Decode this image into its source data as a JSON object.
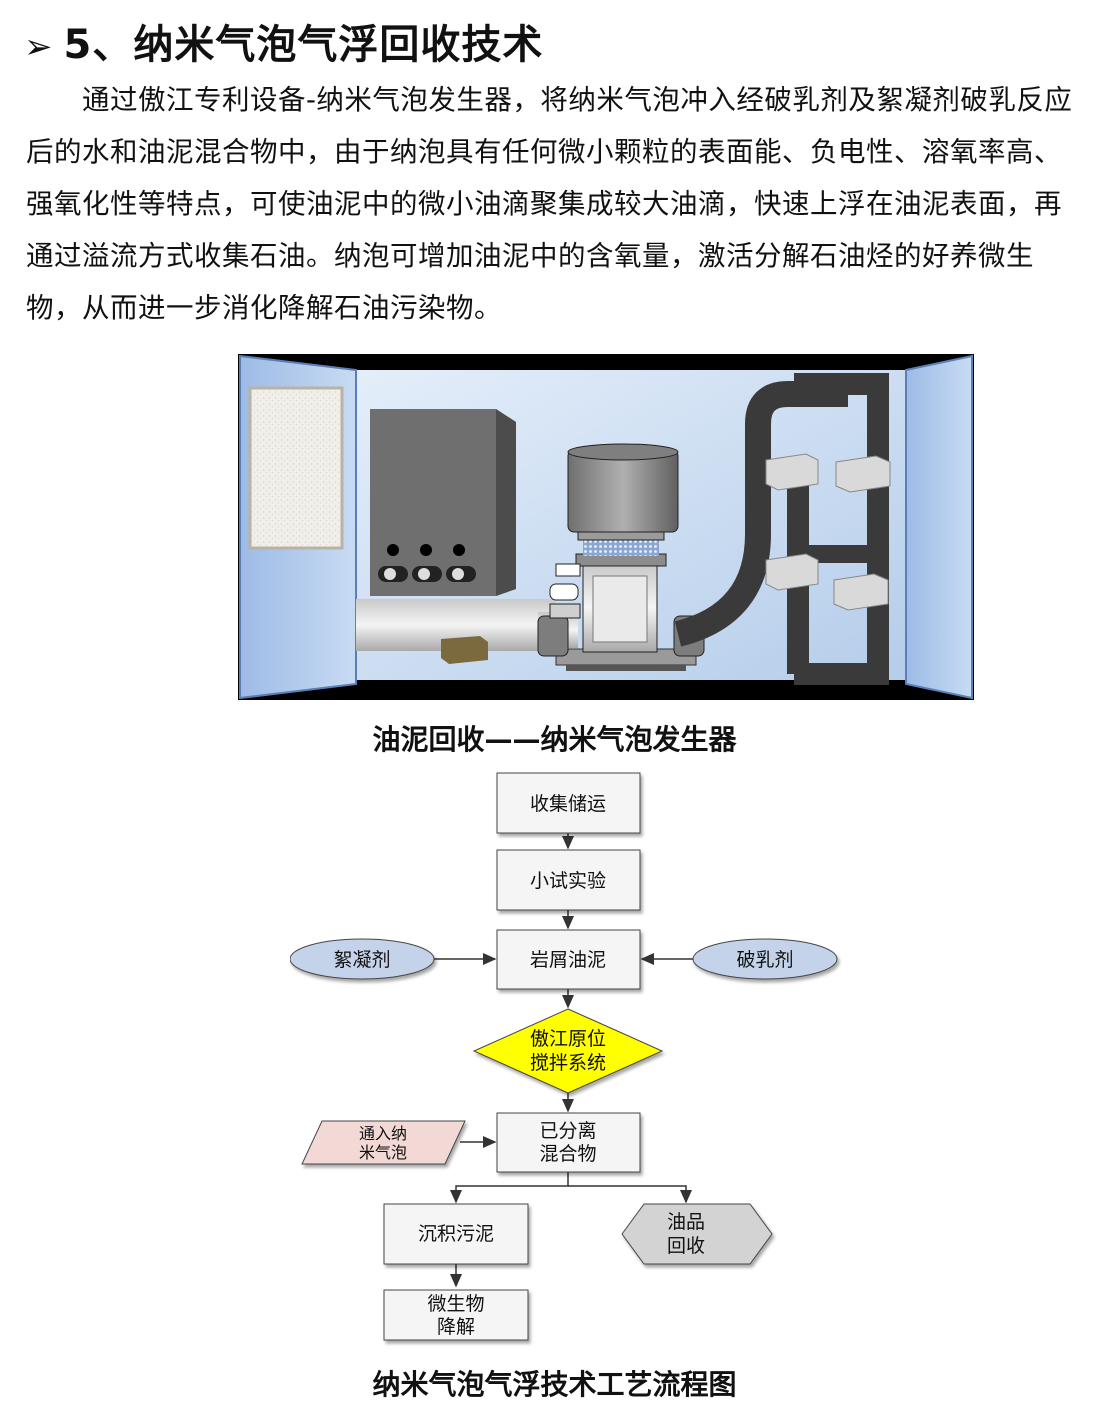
{
  "heading": {
    "arrow": "➢",
    "text": "5、纳米气泡气浮回收技术"
  },
  "paragraph": "通过傲江专利设备-纳米气泡发生器，将纳米气泡冲入经破乳剂及絮凝剂破乳反应后的水和油泥混合物中，由于纳泡具有任何微小颗粒的表面能、负电性、溶氧率高、强氧化性等特点，可使油泥中的微小油滴聚集成较大油滴，快速上浮在油泥表面，再通过溢流方式收集石油。纳泡可增加油泥中的含氧量，激活分解石油烃的好养微生物，从而进一步消化降解石油污染物。",
  "figure1_caption": "油泥回收——纳米气泡发生器",
  "flowchart": {
    "collect": "收集储运",
    "test": "小试实验",
    "flocculant": "絮凝剂",
    "sludge": "岩屑油泥",
    "demulsifier": "破乳剂",
    "mixer_line1": "傲江原位",
    "mixer_line2": "搅拌系统",
    "nano_line1": "通入纳",
    "nano_line2": "米气泡",
    "separated_line1": "已分离",
    "separated_line2": "混合物",
    "sediment": "沉积污泥",
    "oil_line1": "油品",
    "oil_line2": "回收",
    "degrade_line1": "微生物",
    "degrade_line2": "降解"
  },
  "figure2_caption": "纳米气泡气浮技术工艺流程图",
  "colors": {
    "diamond": "#ffff00",
    "ellipse": "#c5d3ea",
    "parallelogram": "#f2d9d5",
    "hexagon": "#d3d3d3",
    "cabinet": "#a9c7ee"
  }
}
